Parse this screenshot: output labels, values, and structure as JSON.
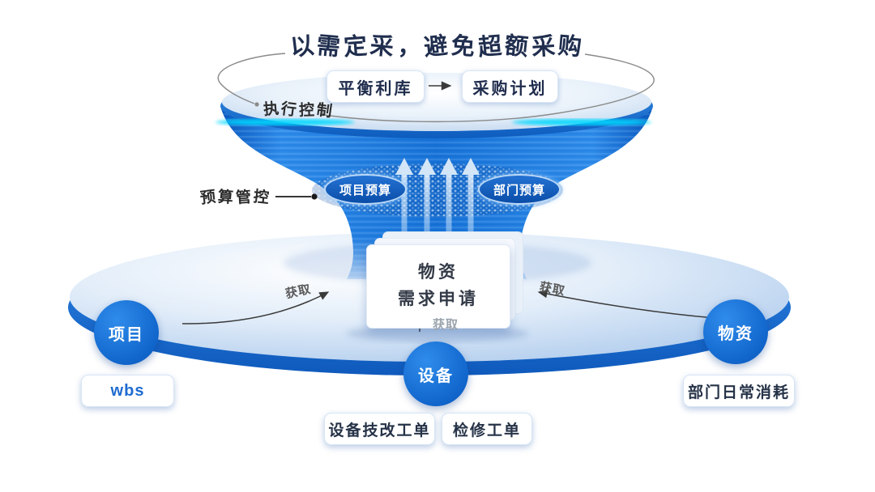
{
  "title": "以需定采，避免超额采购",
  "colors": {
    "accent_blue": "#1976d2",
    "dark_navy": "#202e4e",
    "cyan_glow": "#00d9ff",
    "platform_rim": "#0f5abc"
  },
  "top_section": {
    "control_label": "执行控制",
    "balance_box": "平衡利库",
    "plan_box": "采购计划"
  },
  "budget_section": {
    "label": "预算管控",
    "project_pill": "项目预算",
    "department_pill": "部门预算"
  },
  "center_card": {
    "line1": "物资",
    "line2": "需求申请"
  },
  "fetch_labels": {
    "left": "获取",
    "right": "获取",
    "bottom": "获取"
  },
  "nodes": {
    "project": "项目",
    "equipment": "设备",
    "material": "物资"
  },
  "source_boxes": {
    "wbs": "wbs",
    "equipment_modification": "设备技改工单",
    "overhaul": "检修工单",
    "department_daily": "部门日常消耗"
  }
}
